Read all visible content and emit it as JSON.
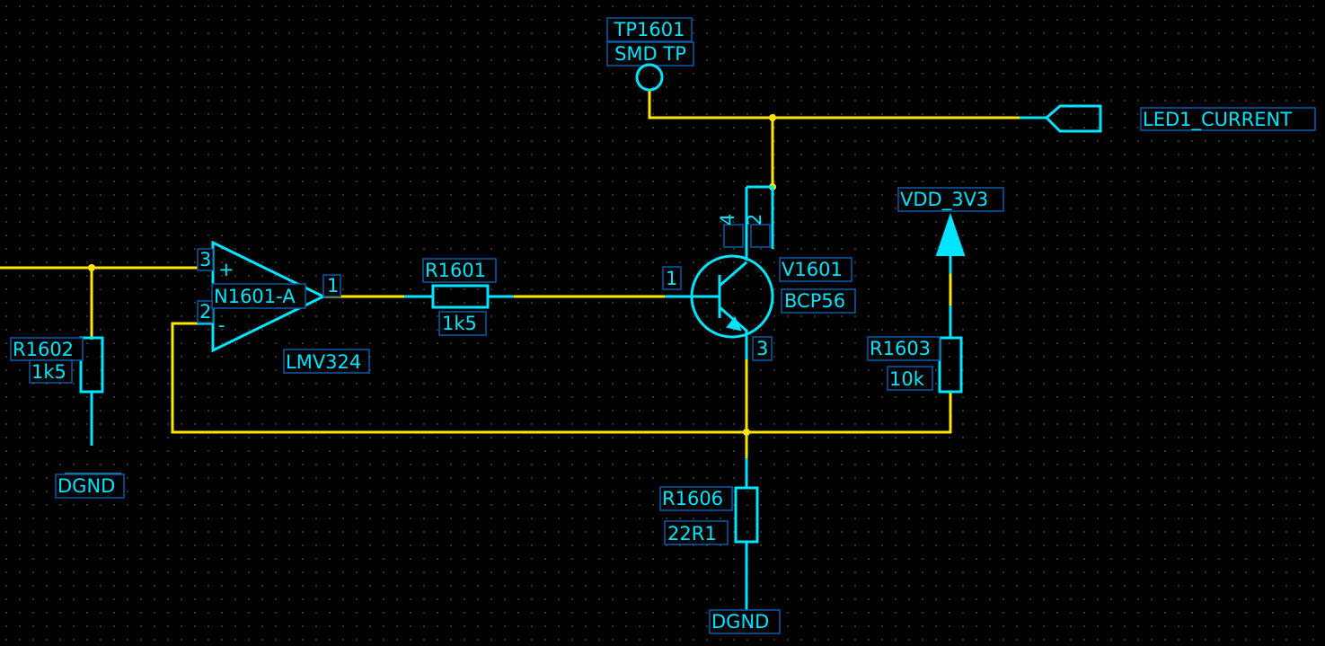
{
  "colors": {
    "background": "#000000",
    "wire": "#ffe600",
    "component": "#00e5ff",
    "label_box": "#0a5aa8",
    "grid": "#555555"
  },
  "test_point": {
    "ref": "TP1601",
    "value": "SMD TP"
  },
  "net_label": {
    "name": "LED1_CURRENT"
  },
  "power": {
    "vdd": "VDD_3V3",
    "gnd_left": "DGND",
    "gnd_right": "DGND"
  },
  "opamp": {
    "ref": "N1601-A",
    "value": "LMV324",
    "pin_noninv": "3",
    "pin_inv": "2",
    "pin_out": "1",
    "sign_plus": "+",
    "sign_minus": "-"
  },
  "transistor": {
    "ref": "V1601",
    "value": "BCP56",
    "pin_base": "1",
    "pin_collector": "2",
    "pin_tab": "4",
    "pin_emitter": "3"
  },
  "resistors": {
    "r1601": {
      "ref": "R1601",
      "value": "1k5"
    },
    "r1602": {
      "ref": "R1602",
      "value": "1k5"
    },
    "r1603": {
      "ref": "R1603",
      "value": "10k"
    },
    "r1606": {
      "ref": "R1606",
      "value": "22R1"
    }
  }
}
